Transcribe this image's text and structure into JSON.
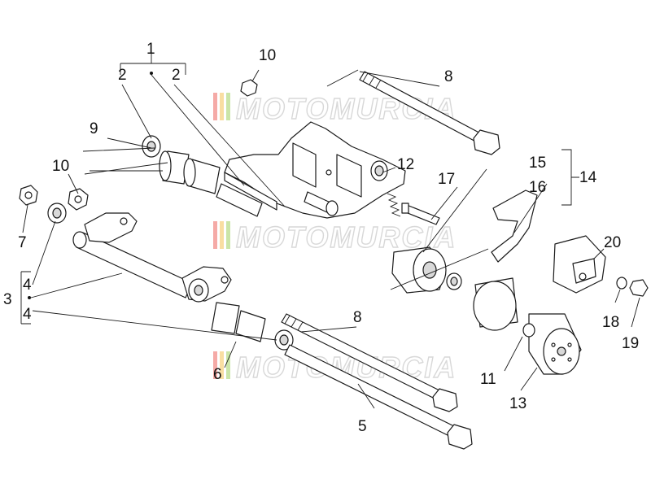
{
  "watermark": {
    "text": "MOTOMURCIA",
    "colors": [
      "#e8433a",
      "#f2b531",
      "#8cc63e"
    ]
  },
  "callouts": {
    "c1": "1",
    "c2a": "2",
    "c2b": "2",
    "c3": "3",
    "c4a": "4",
    "c4b": "4",
    "c5": "5",
    "c6": "6",
    "c7": "7",
    "c8a": "8",
    "c8b": "8",
    "c9": "9",
    "c10a": "10",
    "c10b": "10",
    "c11": "11",
    "c12": "12",
    "c13": "13",
    "c14": "14",
    "c15": "15",
    "c16": "16",
    "c17": "17",
    "c18": "18",
    "c19": "19",
    "c20": "20"
  }
}
